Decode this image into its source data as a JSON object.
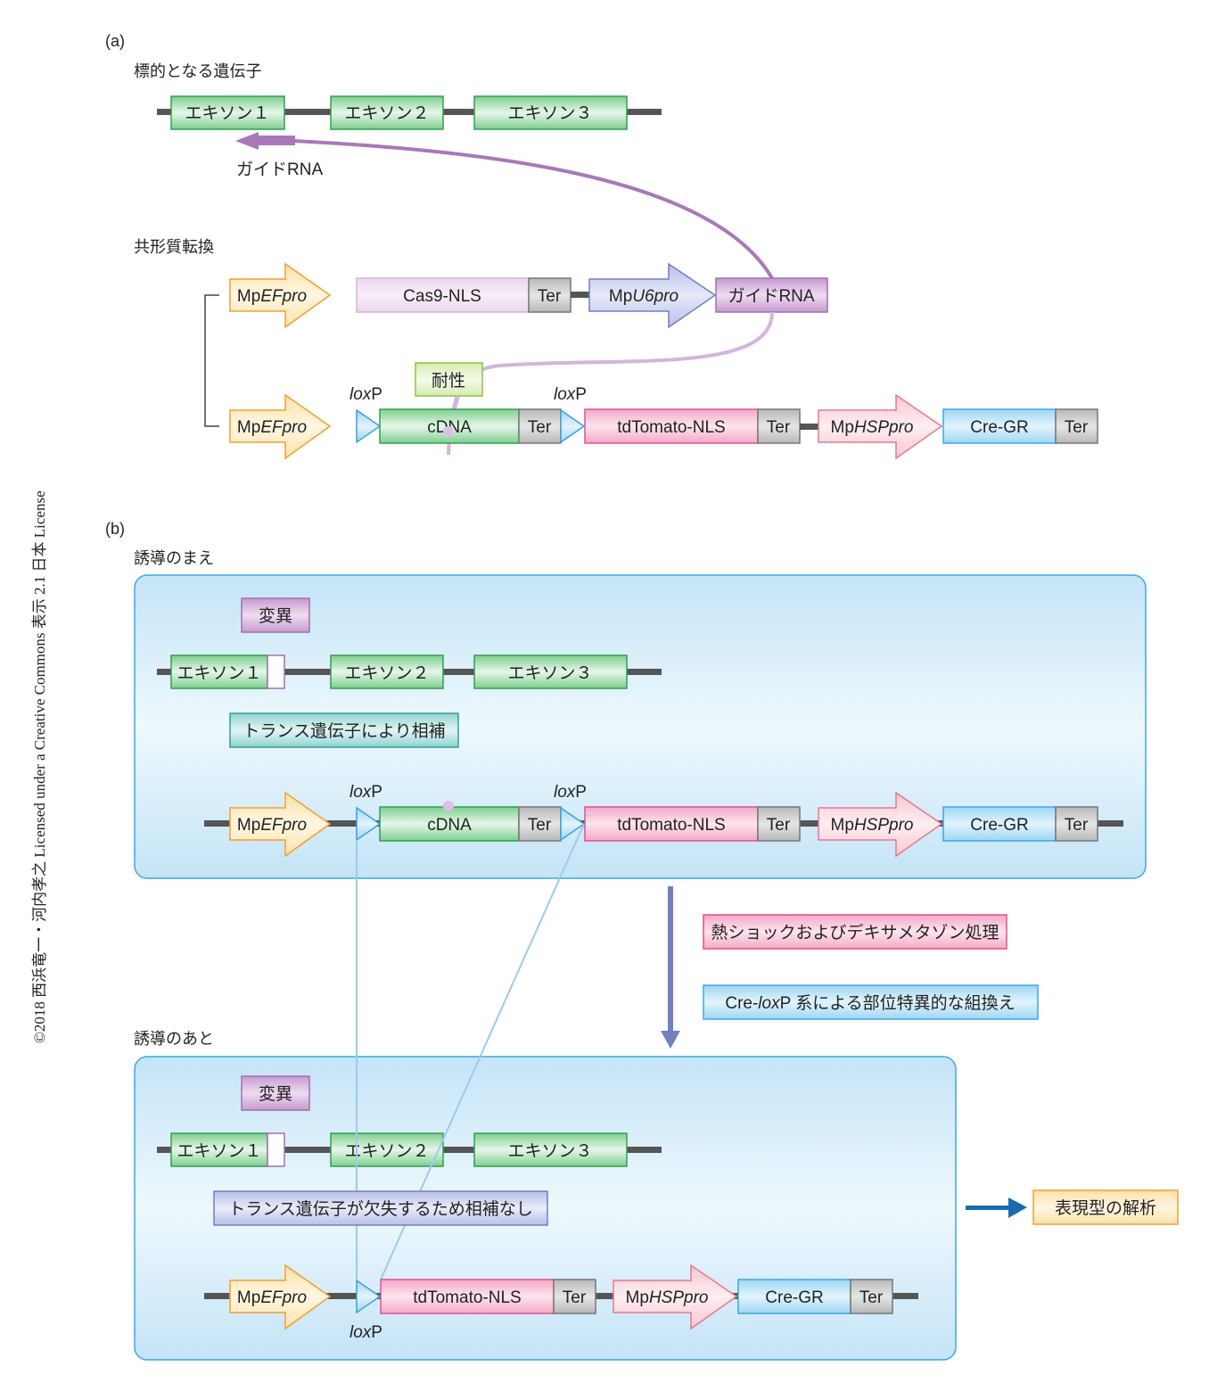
{
  "copyright": "©2018 西浜竜一・河内孝之 Licensed under a Creative Commons 表示 2.1 日本 License",
  "panel_a": {
    "label": "(a)",
    "target_gene_heading": "標的となる遺伝子",
    "exons": [
      "エキソン１",
      "エキソン２",
      "エキソン３"
    ],
    "guide_rna_label": "ガイドRNA",
    "cotransformation_heading": "共形質転換",
    "construct1": {
      "promoter": {
        "prefix": "Mp",
        "italic": "EFpro"
      },
      "gene": "Cas9-NLS",
      "terminator": "Ter",
      "promoter2": {
        "prefix": "Mp",
        "italic": "U6pro"
      },
      "guide": "ガイドRNA"
    },
    "construct2": {
      "promoter": {
        "prefix": "Mp",
        "italic": "EFpro"
      },
      "loxp": {
        "italic": "lox",
        "suffix": "P"
      },
      "resistance": "耐性",
      "cdna": "cDNA",
      "terminator": "Ter",
      "reporter": "tdTomato-NLS",
      "hsp": {
        "prefix": "Mp",
        "italic": "HSPpro"
      },
      "cre": "Cre-GR"
    }
  },
  "panel_b": {
    "label": "(b)",
    "before_heading": "誘導のまえ",
    "after_heading": "誘導のあと",
    "mutation": "変異",
    "complemented": "トランス遺伝子により相補",
    "not_complemented": "トランス遺伝子が欠失するため相補なし",
    "treatment": "熱ショックおよびデキサメタゾン処理",
    "recombination": {
      "prefix": "Cre-",
      "italic": "lox",
      "suffix": "P 系による部位特異的な組換え"
    },
    "phenotype": "表現型の解析"
  },
  "colors": {
    "exon": "#3aaa5a",
    "promoter_orange": "#f0a030",
    "cas9": "#d8b4d8",
    "guide": "#a070b0",
    "u6": "#7080c0",
    "terminator": "#a0a0a0",
    "loxp": "#3aa0dc",
    "tdtomato": "#e05090",
    "hsp": "#e87890",
    "cre": "#3aa8e0",
    "resistance": "#90c040",
    "complement": "#30a0a0",
    "no_complement": "#7080c0",
    "panel_bg": "#c8e6f8"
  }
}
